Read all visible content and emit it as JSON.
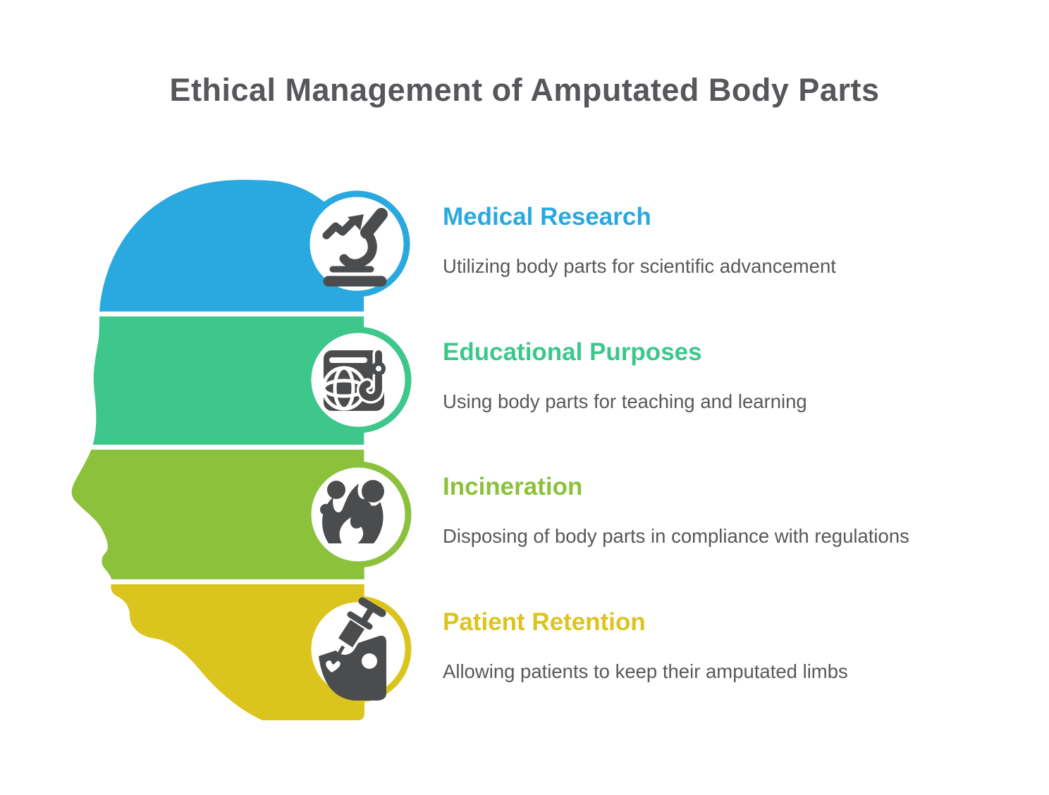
{
  "title": "Ethical Management of Amputated Body Parts",
  "colors": {
    "title_text": "#56575B",
    "description_text": "#57585B",
    "icon": "#4B4C4E",
    "badge_fill": "#FFFFFF",
    "background": "#FFFFFF"
  },
  "sections": [
    {
      "label": "Medical Research",
      "description": "Utilizing body parts for scientific advancement",
      "color": "#29A9DF",
      "icon": "microscope-trend-arrow-icon"
    },
    {
      "label": "Educational Purposes",
      "description": "Using body parts for teaching and learning",
      "color": "#3DC78B",
      "icon": "book-globe-hook-icon"
    },
    {
      "label": "Incineration",
      "description": "Disposing of body parts in compliance with regulations",
      "color": "#8CC13C",
      "icon": "flame-smoke-icon"
    },
    {
      "label": "Patient Retention",
      "description": "Allowing patients to keep their amputated limbs",
      "color": "#DCC41F",
      "icon": "syringe-hand-icon"
    }
  ]
}
